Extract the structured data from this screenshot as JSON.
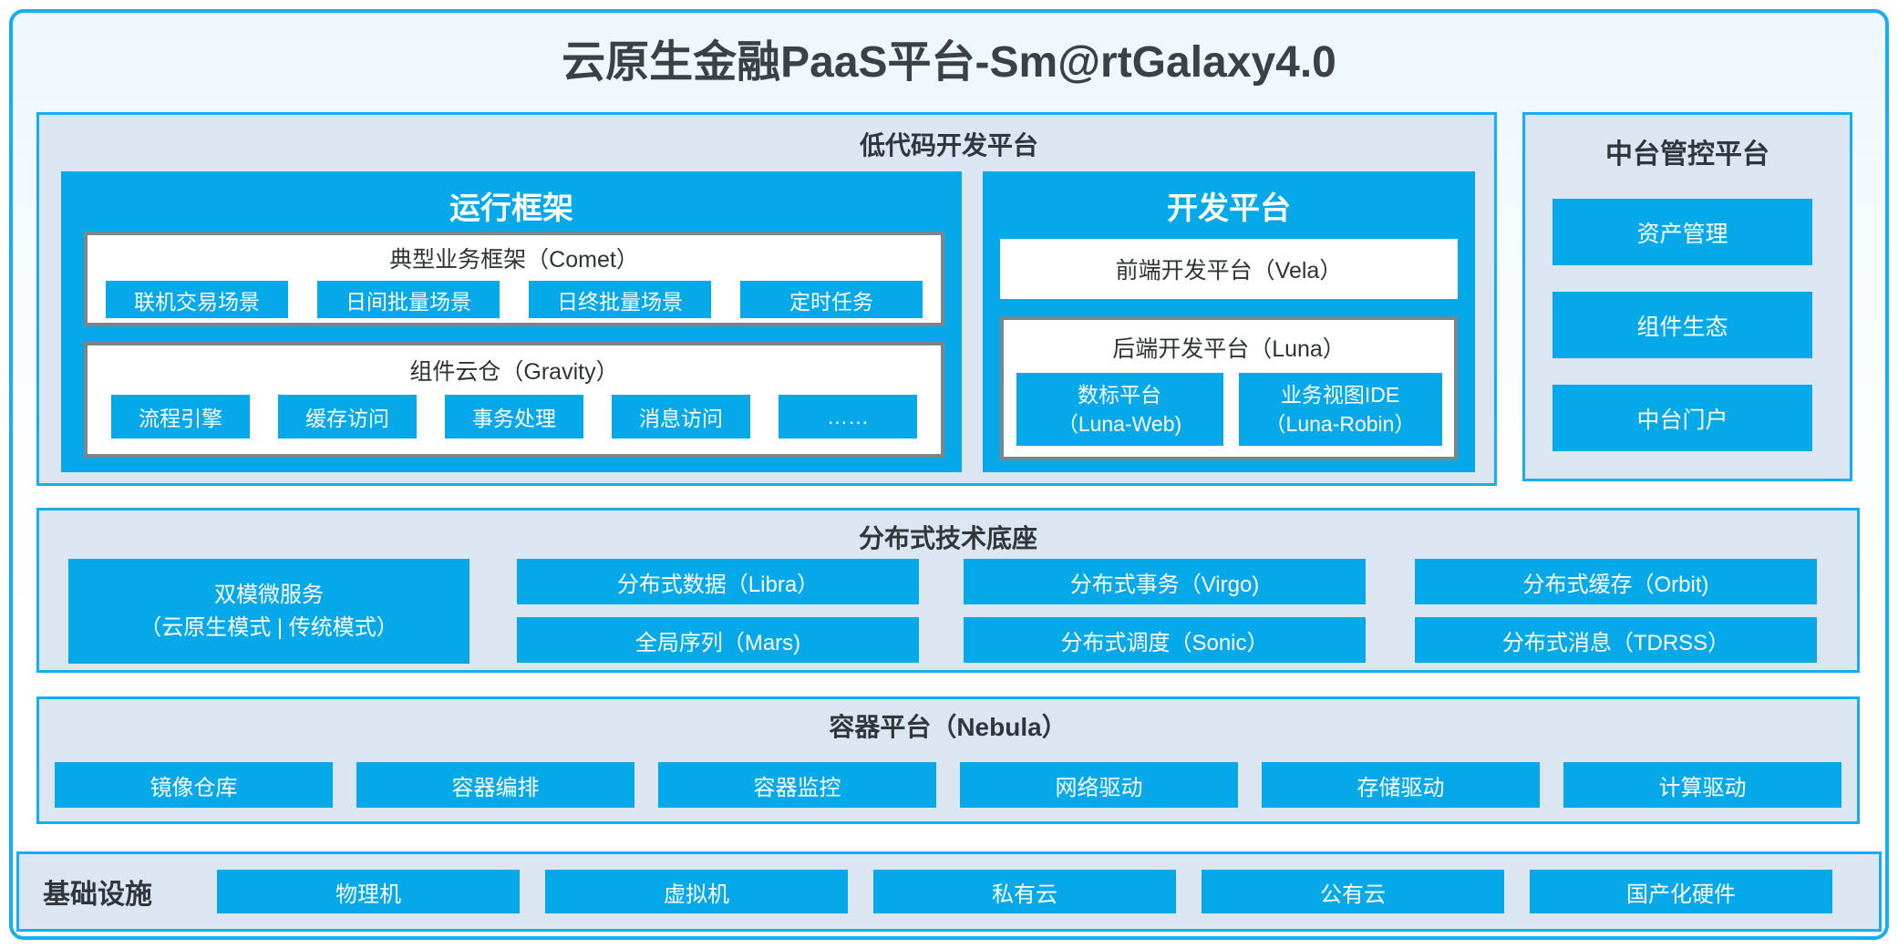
{
  "title": "云原生金融PaaS平台-Sm@rtGalaxy4.0",
  "colors": {
    "accent_blue": "#05a8e8",
    "cyan_border": "#15aef2",
    "panel_bg": "#dce6f2",
    "gray_border": "#7b858c",
    "dark_text": "#30363b"
  },
  "lowcode": {
    "label": "低代码开发平台",
    "runtime": {
      "label": "运行框架",
      "comet": {
        "label": "典型业务框架（Comet）",
        "items": [
          "联机交易场景",
          "日间批量场景",
          "日终批量场景",
          "定时任务"
        ]
      },
      "gravity": {
        "label": "组件云仓（Gravity）",
        "items": [
          "流程引擎",
          "缓存访问",
          "事务处理",
          "消息访问",
          "……"
        ]
      }
    },
    "dev": {
      "label": "开发平台",
      "vela": "前端开发平台（Vela）",
      "luna": {
        "label": "后端开发平台（Luna）",
        "items": [
          {
            "line1": "数标平台",
            "line2": "（Luna-Web)"
          },
          {
            "line1": "业务视图IDE",
            "line2": "（Luna-Robin）"
          }
        ]
      }
    }
  },
  "midplatform": {
    "label": "中台管控平台",
    "items": [
      "资产管理",
      "组件生态",
      "中台门户"
    ]
  },
  "distributed": {
    "label": "分布式技术底座",
    "dual_mode": {
      "line1": "双模微服务",
      "line2": "（云原生模式 | 传统模式）"
    },
    "cells": {
      "r0c0": "分布式数据（Libra）",
      "r1c0": "全局序列（Mars)",
      "r0c1": "分布式事务（Virgo)",
      "r1c1": "分布式调度（Sonic）",
      "r0c2": "分布式缓存（Orbit)",
      "r1c2": "分布式消息（TDRSS）"
    }
  },
  "container_platform": {
    "label": "容器平台（Nebula）",
    "items": [
      "镜像仓库",
      "容器编排",
      "容器监控",
      "网络驱动",
      "存储驱动",
      "计算驱动"
    ]
  },
  "infrastructure": {
    "label": "基础设施",
    "items": [
      "物理机",
      "虚拟机",
      "私有云",
      "公有云",
      "国产化硬件"
    ]
  }
}
